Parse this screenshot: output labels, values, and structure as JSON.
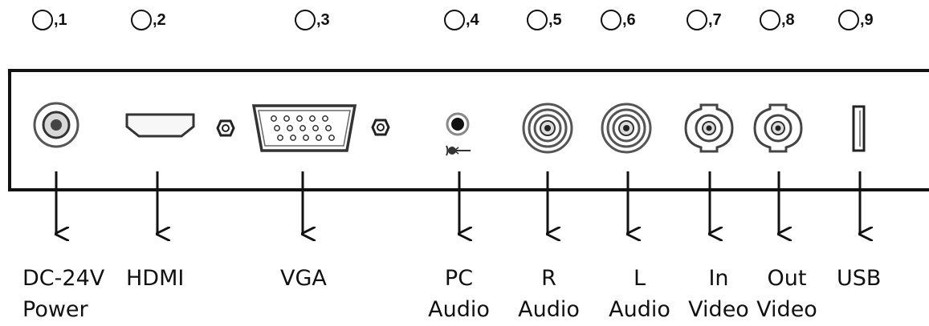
{
  "callouts": [
    {
      "number": ",1",
      "name": "DC-24V Power",
      "line1": "DC-24V",
      "line2": "Power"
    },
    {
      "number": ",2",
      "name": "HDMI",
      "line1": "HDMI",
      "line2": ""
    },
    {
      "number": ",3",
      "name": "VGA",
      "line1": "VGA",
      "line2": ""
    },
    {
      "number": ",4",
      "name": "PC Audio",
      "line1": "PC",
      "line2": "Audio"
    },
    {
      "number": ",5",
      "name": "R Audio",
      "line1": "R",
      "line2": "Audio"
    },
    {
      "number": ",6",
      "name": "L Audio",
      "line1": "L",
      "line2": "Audio"
    },
    {
      "number": ",7",
      "name": "In Video",
      "line1": "In",
      "line2": "Video"
    },
    {
      "number": ",8",
      "name": "Out Video",
      "line1": "Out",
      "line2": "Video"
    },
    {
      "number": ",9",
      "name": "USB",
      "line1": "USB",
      "line2": ""
    }
  ],
  "colors": {
    "ink": "#111111",
    "background": "#ffffff"
  }
}
